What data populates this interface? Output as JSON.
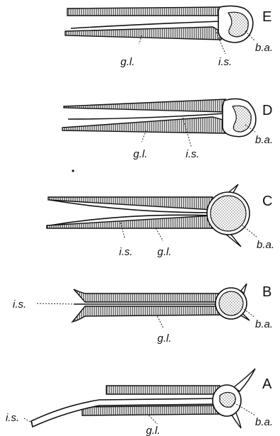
{
  "figure": {
    "panels": [
      {
        "letter": "E",
        "labels": {
          "gl": "g.l.",
          "is": "i.s.",
          "ba": "b.a."
        }
      },
      {
        "letter": "D",
        "labels": {
          "gl": "g.l.",
          "is": "i.s.",
          "ba": "b.a."
        }
      },
      {
        "letter": "C",
        "labels": {
          "gl": "g.l.",
          "is": "i.s.",
          "ba": "b.a."
        }
      },
      {
        "letter": "B",
        "labels": {
          "gl": "g.l.",
          "is": "i.s.",
          "ba": "b.a."
        }
      },
      {
        "letter": "A",
        "labels": {
          "gl": "g.l.",
          "is": "i.s.",
          "ba": "b.a."
        }
      }
    ]
  }
}
